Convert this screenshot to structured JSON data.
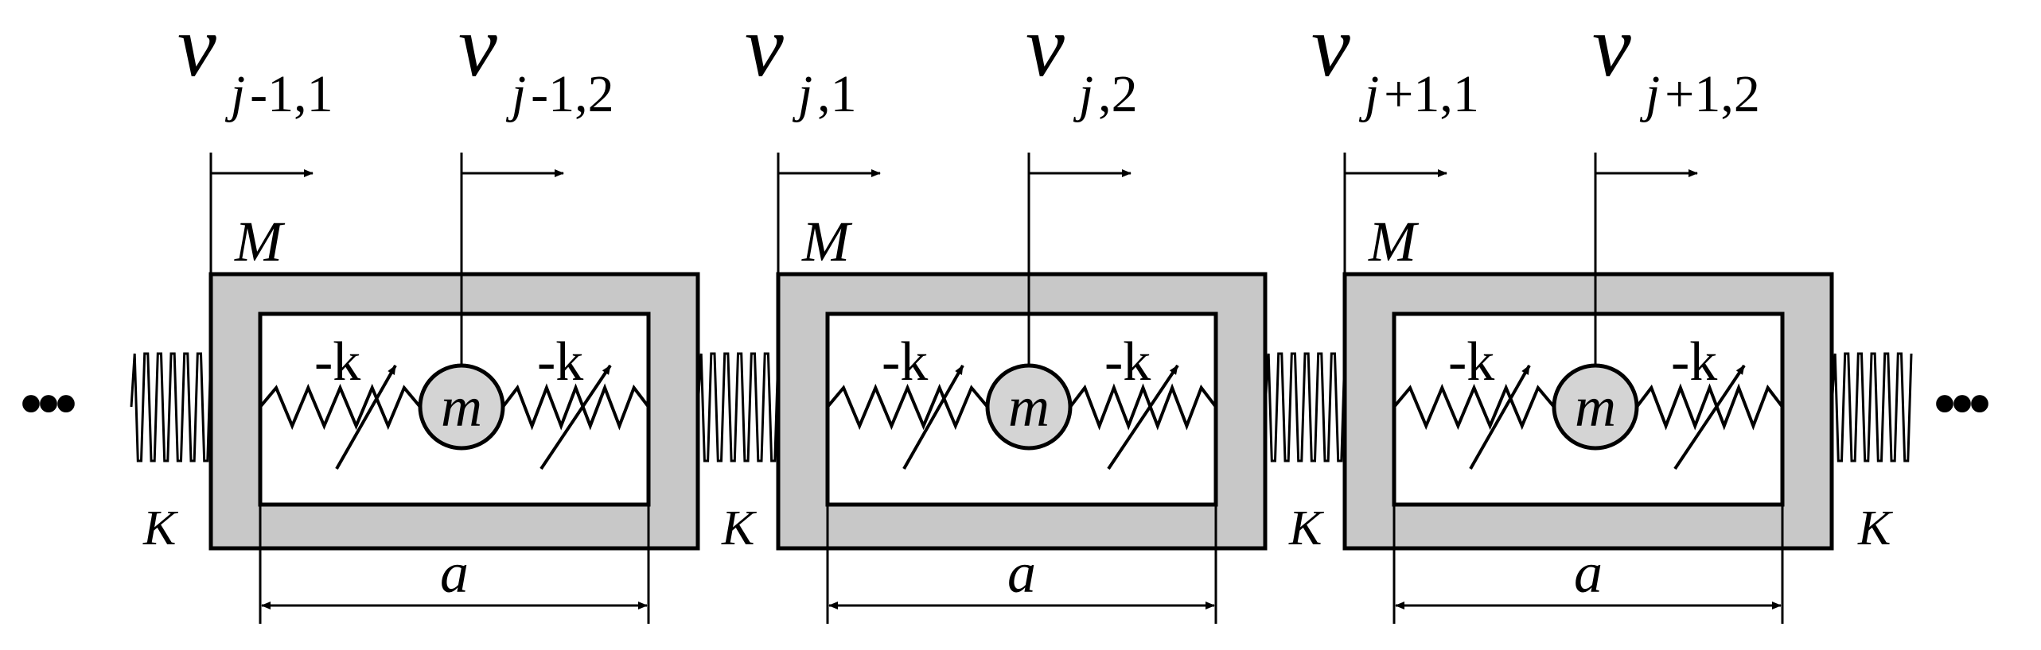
{
  "diagram": {
    "cells": [
      {
        "outer_mass": "M",
        "inner_mass": "m",
        "spring_left": "-k",
        "spring_right": "-k",
        "length": "a",
        "disp1": {
          "main": "v",
          "j": "j",
          "suffix": "-1,1"
        },
        "disp2": {
          "main": "v",
          "j": "j",
          "suffix": "-1,2"
        }
      },
      {
        "outer_mass": "M",
        "inner_mass": "m",
        "spring_left": "-k",
        "spring_right": "-k",
        "length": "a",
        "disp1": {
          "main": "v",
          "j": "j",
          "suffix": ",1"
        },
        "disp2": {
          "main": "v",
          "j": "j",
          "suffix": ",2"
        }
      },
      {
        "outer_mass": "M",
        "inner_mass": "m",
        "spring_left": "-k",
        "spring_right": "-k",
        "length": "a",
        "disp1": {
          "main": "v",
          "j": "j",
          "suffix": "+1,1"
        },
        "disp2": {
          "main": "v",
          "j": "j",
          "suffix": "+1,2"
        }
      }
    ],
    "coupling_springs": [
      "K",
      "K",
      "K",
      "K"
    ],
    "ellipsis_left": "•••",
    "ellipsis_right": "•••"
  }
}
